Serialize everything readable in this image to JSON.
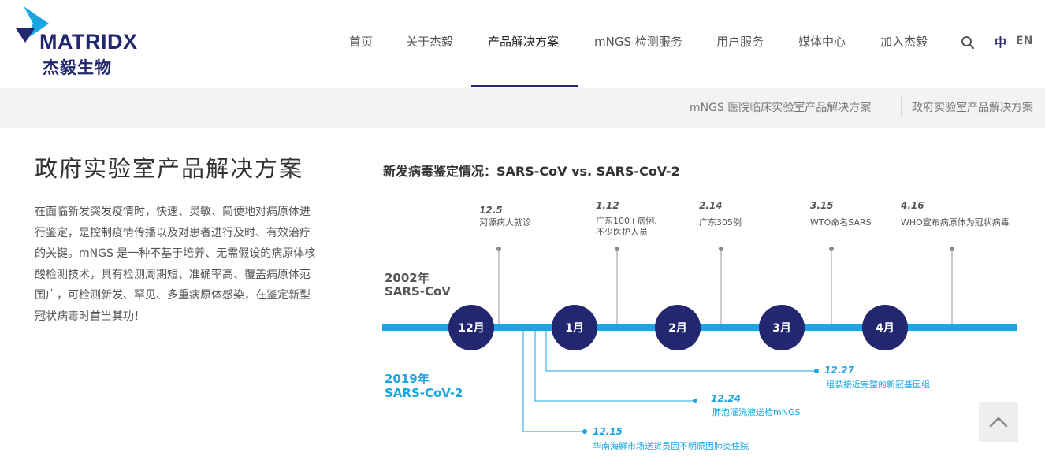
{
  "header": {
    "logo": {
      "word": "MATRIDX",
      "cn": "杰毅生物"
    },
    "nav": [
      {
        "label": "首页"
      },
      {
        "label": "关于杰毅"
      },
      {
        "label": "产品解决方案"
      },
      {
        "label": "mNGS 检测服务"
      },
      {
        "label": "用户服务"
      },
      {
        "label": "媒体中心"
      },
      {
        "label": "加入杰毅"
      }
    ],
    "active_index": 2,
    "lang": {
      "cn": "中",
      "en": "EN"
    }
  },
  "subnav": {
    "items": [
      {
        "label": "mNGS 医院临床实验室产品解决方案"
      },
      {
        "label": "政府实验室产品解决方案"
      }
    ]
  },
  "main": {
    "title": "政府实验室产品解决方案",
    "intro": "在面临新发突发疫情时，快速、灵敏、简便地对病原体进行鉴定，是控制疫情传播以及对患者进行及时、有效治疗的关键。mNGS 是一种不基于培养、无需假设的病原体核酸检测技术，具有检测周期短、准确率高、覆盖病原体范围广，可检测新发、罕见、多重病原体感染，在鉴定新型冠状病毒时首当其功！"
  },
  "timeline": {
    "title": "新发病毒鉴定情况：SARS-CoV vs. SARS-CoV-2",
    "sars": {
      "year": "2002年",
      "name": "SARS-CoV"
    },
    "sars2": {
      "year": "2019年",
      "name": "SARS-CoV-2"
    },
    "months": [
      "12月",
      "1月",
      "2月",
      "3月",
      "4月"
    ],
    "events_2002": [
      {
        "date": "12.5",
        "desc1": "河源病人就诊",
        "desc2": ""
      },
      {
        "date": "1.12",
        "desc1": "广东100+病例,",
        "desc2": "不少医护人员"
      },
      {
        "date": "2.14",
        "desc1": "广东305例",
        "desc2": ""
      },
      {
        "date": "3.15",
        "desc1": "WTO命名SARS",
        "desc2": ""
      },
      {
        "date": "4.16",
        "desc1": "WHO宣布病原体为冠状病毒",
        "desc2": ""
      }
    ],
    "events_2019": [
      {
        "date": "12.27",
        "desc": "组装接近完整的新冠基因组"
      },
      {
        "date": "12.24",
        "desc": "肺泡灌洗液送检mNGS"
      },
      {
        "date": "12.15",
        "desc": "华南海鲜市场送货员因不明原因肺炎住院"
      }
    ],
    "colors": {
      "line": "#1aa6e0",
      "month": "#22276f",
      "connector_old": "#999999",
      "connector_new": "#1aa6e0"
    }
  }
}
